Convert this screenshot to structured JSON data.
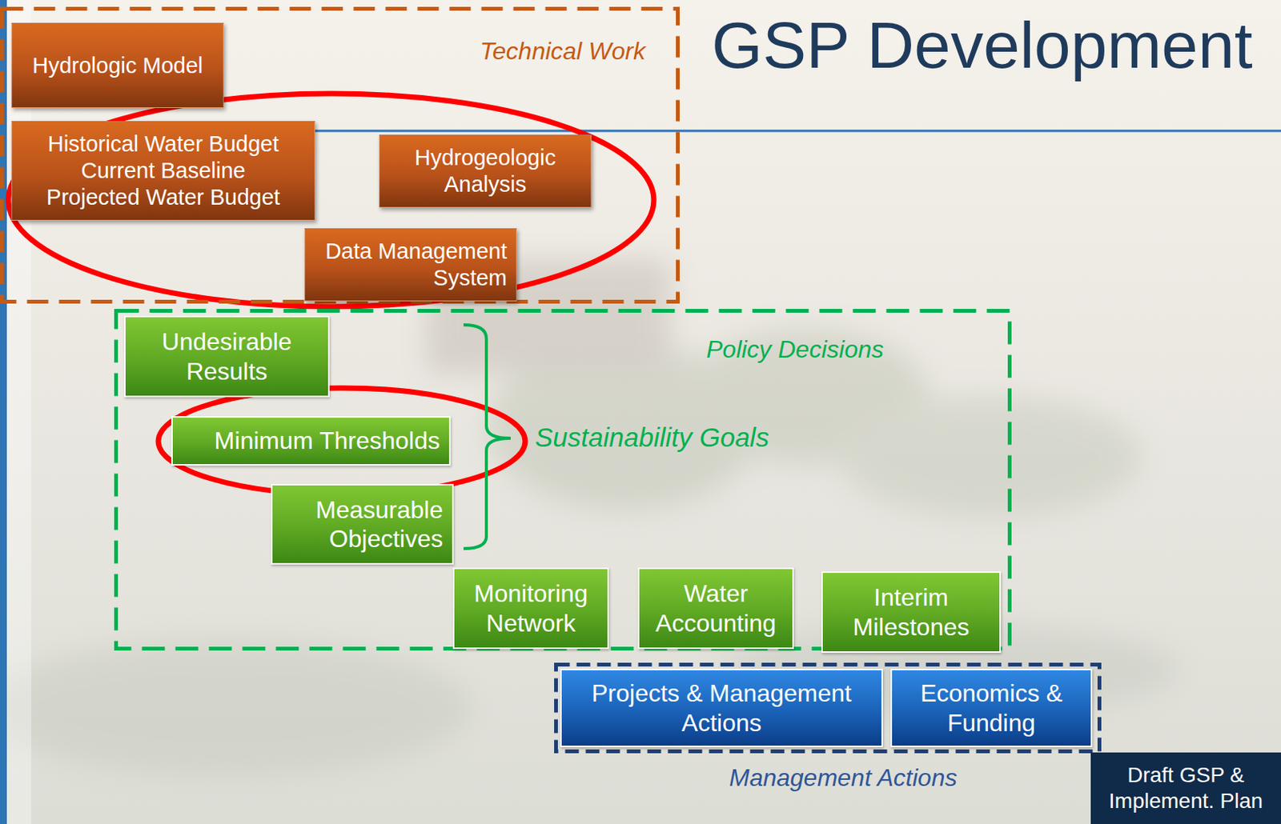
{
  "diagram": {
    "title": "GSP Development",
    "nodes": [
      {
        "text": [
          "Technical Work"
        ]
      },
      {
        "text": [
          "Hydrologic Model"
        ],
        "in": 0
      },
      {
        "text": [
          "Historical Water Budget Current Baseline Projected Water Budget"
        ],
        "in": 0
      },
      {
        "text": [
          "Hydrogeologic Analysis"
        ],
        "in": 0
      },
      {
        "text": [
          "Data Management System"
        ],
        "in": 0
      },
      {
        "text": [
          "Policy Decisions"
        ]
      },
      {
        "text": [
          "Undesirable Results"
        ],
        "in": 5
      },
      {
        "text": [
          "Minimum Thresholds"
        ],
        "in": 5
      },
      {
        "text": [
          "Measurable Objectives"
        ],
        "in": 5
      },
      {
        "text": [
          "Monitoring Network"
        ],
        "in": 5
      },
      {
        "text": [
          "Water Accounting"
        ],
        "in": 5
      },
      {
        "text": [
          "Interim Milestones"
        ],
        "in": 5
      },
      {
        "text": [
          "Management Actions"
        ]
      },
      {
        "text": [
          "Projects & Management Actions"
        ],
        "in": 12
      },
      {
        "text": [
          "Economics & Funding"
        ],
        "in": 12
      },
      {
        "text": [
          "Draft GSP & Implement. Plan"
        ]
      }
    ],
    "labels": [
      "Sustainability Goals"
    ]
  }
}
